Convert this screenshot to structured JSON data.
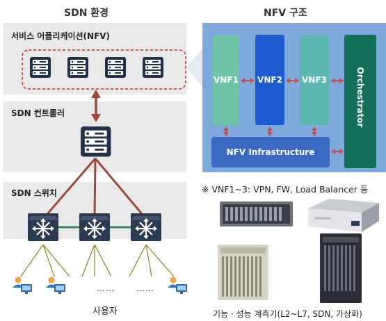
{
  "titles": {
    "sdn": "SDN 환경",
    "nfv": "NFV 구조"
  },
  "sdn": {
    "apps_label": "서비스 어플리케이션(NFV)",
    "controller_label": "SDN 컨트롤러",
    "switch_label": "SDN 스위치",
    "users_label": "사용자",
    "ellipsis_left": "……",
    "ellipsis_right": "……"
  },
  "nfv": {
    "vnf1": "VNF1",
    "vnf2": "VNF2",
    "vnf3": "VNF3",
    "orchestrator": "Orchestrator",
    "infrastructure": "NFV Infrastructure",
    "note": "※ VNF1~3: VPN, FW, Load Balancer 등",
    "device_caption": "기능 · 성능 계측기(L2~L7, SDN, 가상화)"
  },
  "colors": {
    "panel_bg": "#e9e9e9",
    "nfv_bg": "#7fa9dc",
    "vnf1": "#6fc3a6",
    "vnf2": "#1f5bd0",
    "vnf3": "#5bb8b1",
    "orchestrator": "#136f57",
    "infrastructure": "#3a68c2",
    "server": "#22324a",
    "link_brown": "#9b4a3a",
    "link_green": "#2e8b57",
    "dashed_red": "#e02020"
  }
}
